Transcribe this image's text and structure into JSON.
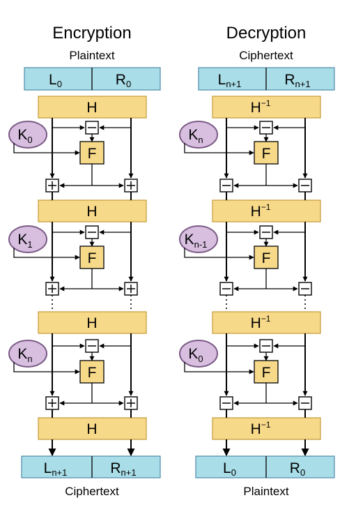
{
  "colors": {
    "lr_fill": "#a9dde8",
    "lr_stroke": "#4e8aa8",
    "h_fill": "#f7d98a",
    "h_stroke": "#c49a38",
    "f_fill": "#f7d98a",
    "key_fill": "#d8bfe0",
    "key_stroke": "#7a5a86",
    "op_fill": "#ffffff"
  },
  "encryption": {
    "title": "Encryption",
    "input_label": "Plaintext",
    "output_label": "Ciphertext",
    "top_left": {
      "base": "L",
      "sub": "0"
    },
    "top_right": {
      "base": "R",
      "sub": "0"
    },
    "bottom_left": {
      "base": "L",
      "sub": "n+1"
    },
    "bottom_right": {
      "base": "R",
      "sub": "n+1"
    },
    "h_label": "H",
    "h_sup": "",
    "f_label": "F",
    "inner_op": "−",
    "outer_op": "+",
    "keys": [
      {
        "base": "K",
        "sub": "0"
      },
      {
        "base": "K",
        "sub": "1"
      },
      {
        "base": "K",
        "sub": "n"
      }
    ]
  },
  "decryption": {
    "title": "Decryption",
    "input_label": "Ciphertext",
    "output_label": "Plaintext",
    "top_left": {
      "base": "L",
      "sub": "n+1"
    },
    "top_right": {
      "base": "R",
      "sub": "n+1"
    },
    "bottom_left": {
      "base": "L",
      "sub": "0"
    },
    "bottom_right": {
      "base": "R",
      "sub": "0"
    },
    "h_label": "H",
    "h_sup": "−1",
    "f_label": "F",
    "inner_op": "−",
    "outer_op": "−",
    "keys": [
      {
        "base": "K",
        "sub": "n"
      },
      {
        "base": "K",
        "sub": "n-1"
      },
      {
        "base": "K",
        "sub": "0"
      }
    ]
  }
}
